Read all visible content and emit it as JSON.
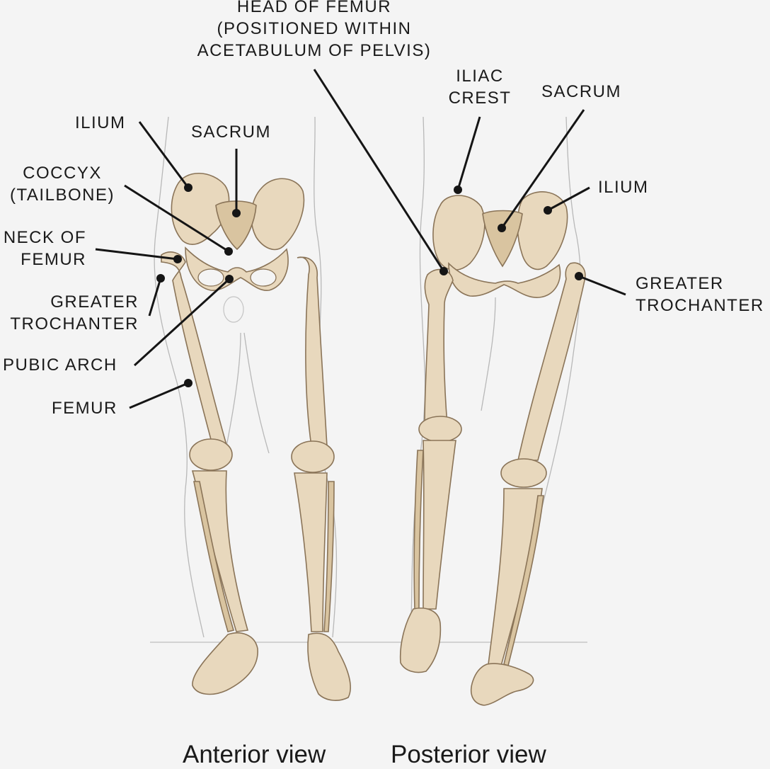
{
  "figure": {
    "background": "#f4f4f4",
    "bone_color": "#e8d8bd",
    "label_color": "#1a1a1a"
  },
  "labels": {
    "head_of_femur": [
      "HEAD OF FEMUR",
      "(POSITIONED WITHIN",
      "ACETABULUM OF PELVIS)"
    ],
    "ilium_left": "ILIUM",
    "sacrum_left": "SACRUM",
    "coccyx": [
      "COCCYX",
      "(TAILBONE)"
    ],
    "neck_of_femur": [
      "NECK OF",
      "FEMUR"
    ],
    "greater_trochanter_left": [
      "GREATER",
      "TROCHANTER"
    ],
    "pubic_arch": "PUBIC ARCH",
    "femur": "FEMUR",
    "iliac_crest": [
      "ILIAC",
      "CREST"
    ],
    "sacrum_right": "SACRUM",
    "ilium_right": "ILIUM",
    "greater_trochanter_right": [
      "GREATER",
      "TROCHANTER"
    ]
  },
  "captions": {
    "anterior": "Anterior view",
    "posterior": "Posterior view"
  }
}
